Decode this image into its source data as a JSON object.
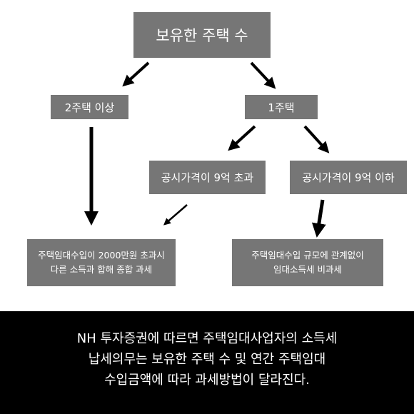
{
  "diagram": {
    "root": "보유한 주택 수",
    "branch_two_plus": "2주택 이상",
    "branch_one": "1주택",
    "price_over": "공시가격이 9억 초과",
    "price_under": "공시가격이 9억 이하",
    "result_taxed": [
      "주택임대수입이 2000만원 초과시",
      "다른 소득과 합해 종합 과세"
    ],
    "result_exempt": [
      "주택임대수입 규모에 관계없이",
      "임대소득세 비과세"
    ]
  },
  "caption": {
    "lines": [
      "NH 투자증권에 따르면 주택임대사업자의 소득세",
      "납세의무는 보유한 주택 수 및 연간 주택임대",
      "수입금액에 따라 과세방법이 달라진다."
    ]
  },
  "colors": {
    "box": "#767676",
    "caption_bg": "#000000",
    "arrow": "#000000"
  }
}
